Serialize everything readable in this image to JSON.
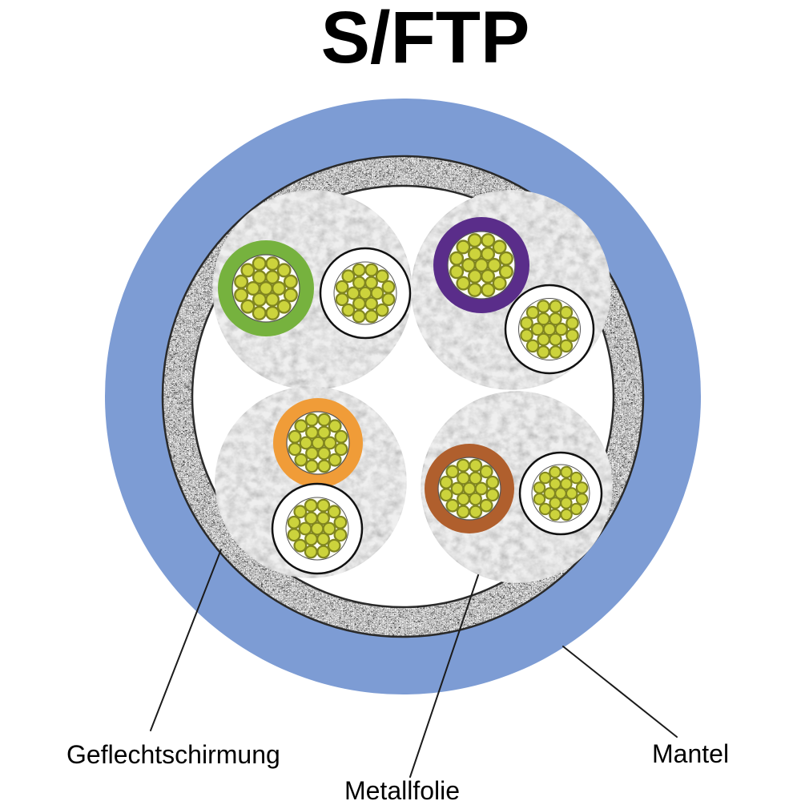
{
  "title": "S/FTP",
  "labels": {
    "braid": "Geflechtschirmung",
    "foil": "Metallfolie",
    "jacket": "Mantel"
  },
  "colors": {
    "jacket_blue": "#7d9cd4",
    "braid_base": "#9b9b9b",
    "braid_outline": "#2a2a2a",
    "foil_gray": "#d8d8d8",
    "foil_outline": "#9a9a9a",
    "wire_green": "#76b23e",
    "wire_violet": "#5a2d8a",
    "wire_orange": "#f09c38",
    "wire_brown": "#b05f2d",
    "wire_white": "#ffffff",
    "wire_white_outline": "#111111",
    "strand_yellow": "#ccd33c",
    "strand_outline": "#80851f",
    "inner_disc": "#fdfdf6",
    "inner_disc_outline": "#555555",
    "line_black": "#1b1b1b",
    "text_black": "#000000"
  },
  "pairs": [
    {
      "position": "top-left",
      "wires": [
        "green",
        "white"
      ]
    },
    {
      "position": "top-right",
      "wires": [
        "violet",
        "white"
      ]
    },
    {
      "position": "bottom-left",
      "wires": [
        "orange",
        "white"
      ]
    },
    {
      "position": "bottom-right",
      "wires": [
        "brown",
        "white"
      ]
    }
  ]
}
